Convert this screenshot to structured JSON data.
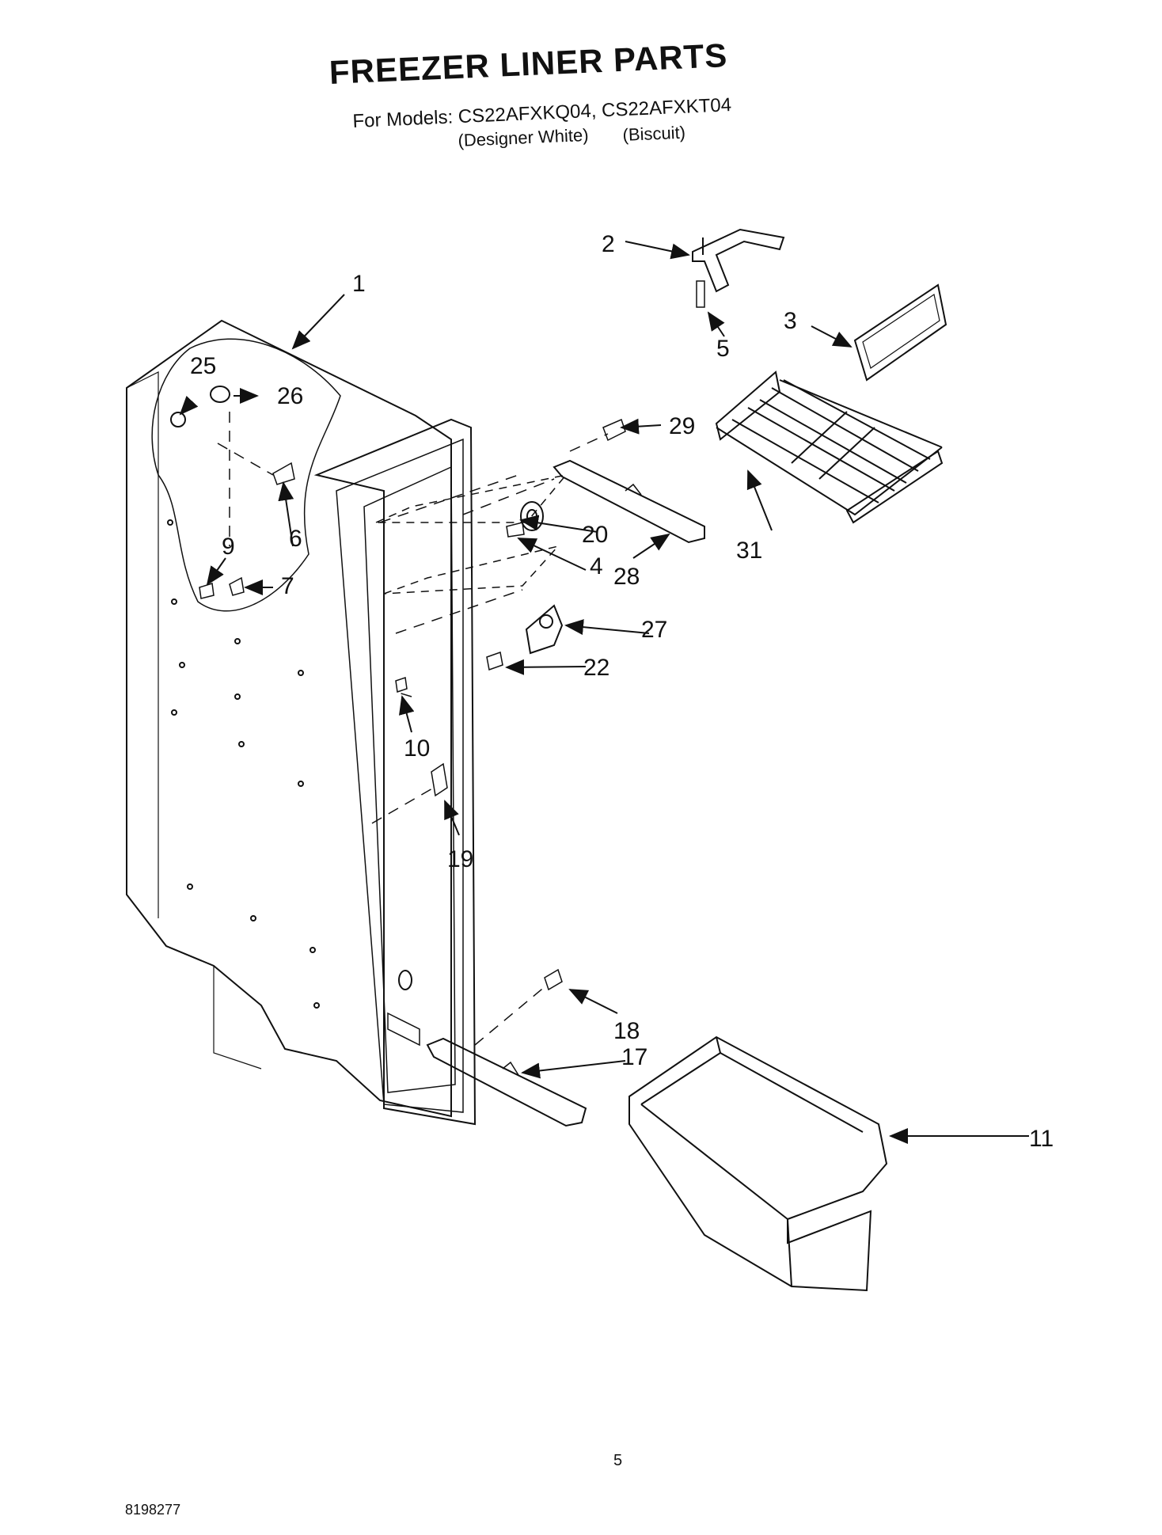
{
  "header": {
    "title": "FREEZER LINER PARTS",
    "subtitle": "For Models: CS22AFXKQ04, CS22AFXKT04",
    "variants": [
      "(Designer White)",
      "(Biscuit)"
    ]
  },
  "callouts": [
    "1",
    "2",
    "3",
    "4",
    "5",
    "6",
    "7",
    "9",
    "10",
    "11",
    "17",
    "18",
    "19",
    "20",
    "22",
    "25",
    "26",
    "27",
    "28",
    "29",
    "31"
  ],
  "footer": {
    "page_number": "5",
    "document_number": "8198277"
  }
}
